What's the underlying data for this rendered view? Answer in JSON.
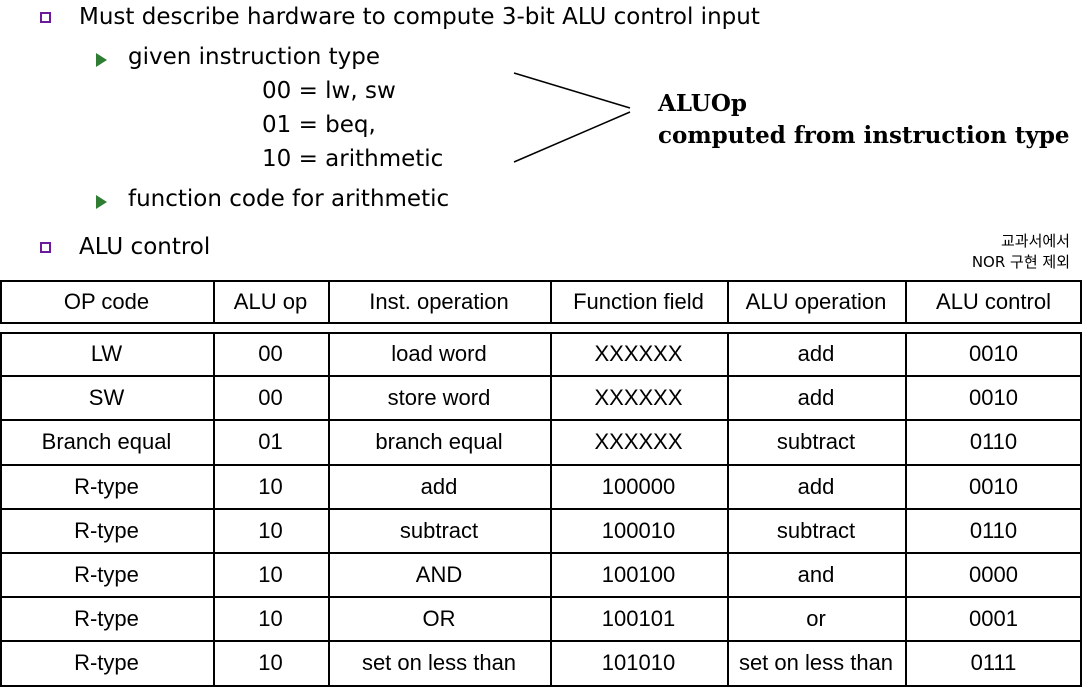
{
  "bullets": {
    "main1": "Must describe hardware to compute 3-bit ALU control input",
    "sub1": "given instruction type",
    "codes": [
      "00 = lw, sw",
      "01 = beq,",
      "10 = arithmetic"
    ],
    "sub2": "function code for arithmetic",
    "main2": "ALU control"
  },
  "callout": {
    "line1": "ALUOp",
    "line2": "computed from instruction type"
  },
  "note": {
    "line1": "교과서에서",
    "line2": "NOR 구현 제외"
  },
  "table": {
    "headers": [
      "OP code",
      "ALU op",
      "Inst. operation",
      "Function field",
      "ALU operation",
      "ALU control"
    ],
    "rows": [
      [
        "LW",
        "00",
        "load word",
        "XXXXXX",
        "add",
        "0010"
      ],
      [
        "SW",
        "00",
        "store word",
        "XXXXXX",
        "add",
        "0010"
      ],
      [
        "Branch equal",
        "01",
        "branch equal",
        "XXXXXX",
        "subtract",
        "0110"
      ],
      [
        "R-type",
        "10",
        "add",
        "100000",
        "add",
        "0010"
      ],
      [
        "R-type",
        "10",
        "subtract",
        "100010",
        "subtract",
        "0110"
      ],
      [
        "R-type",
        "10",
        "AND",
        "100100",
        "and",
        "0000"
      ],
      [
        "R-type",
        "10",
        "OR",
        "100101",
        "or",
        "0001"
      ],
      [
        "R-type",
        "10",
        "set on less than",
        "101010",
        "set on less than",
        "0111"
      ]
    ]
  },
  "colors": {
    "bullet_square": "#6a1b9a",
    "bullet_triangle": "#2e7d32"
  }
}
